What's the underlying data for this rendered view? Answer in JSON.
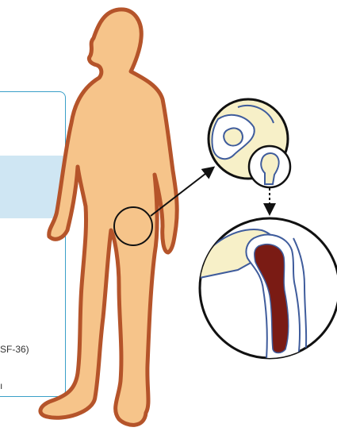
{
  "panel": {
    "text_line_1": "SF-36)",
    "text_line_2": "ı"
  },
  "colors": {
    "skin": "#f6c48a",
    "outline": "#b5542a",
    "panel_border": "#3aa0c8",
    "panel_band": "#cfe6f3",
    "bone_cream": "#f7f0c8",
    "bone_red": "#7a1b14",
    "inner_blue": "#3f5c9c",
    "lens_border": "#111111"
  },
  "icons": [
    "human-figure",
    "hip-magnifier",
    "joint-detail-lens",
    "femur-detail-lens",
    "pointer-arrow"
  ]
}
